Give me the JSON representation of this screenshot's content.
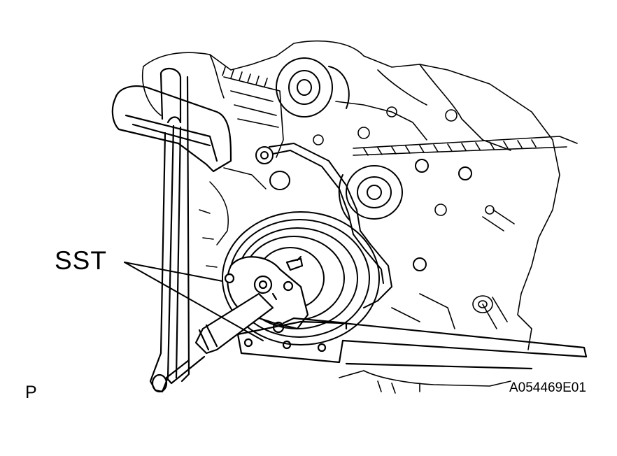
{
  "callout": {
    "label": "SST"
  },
  "view_marker": "P",
  "figure_code": "A054469E01"
}
